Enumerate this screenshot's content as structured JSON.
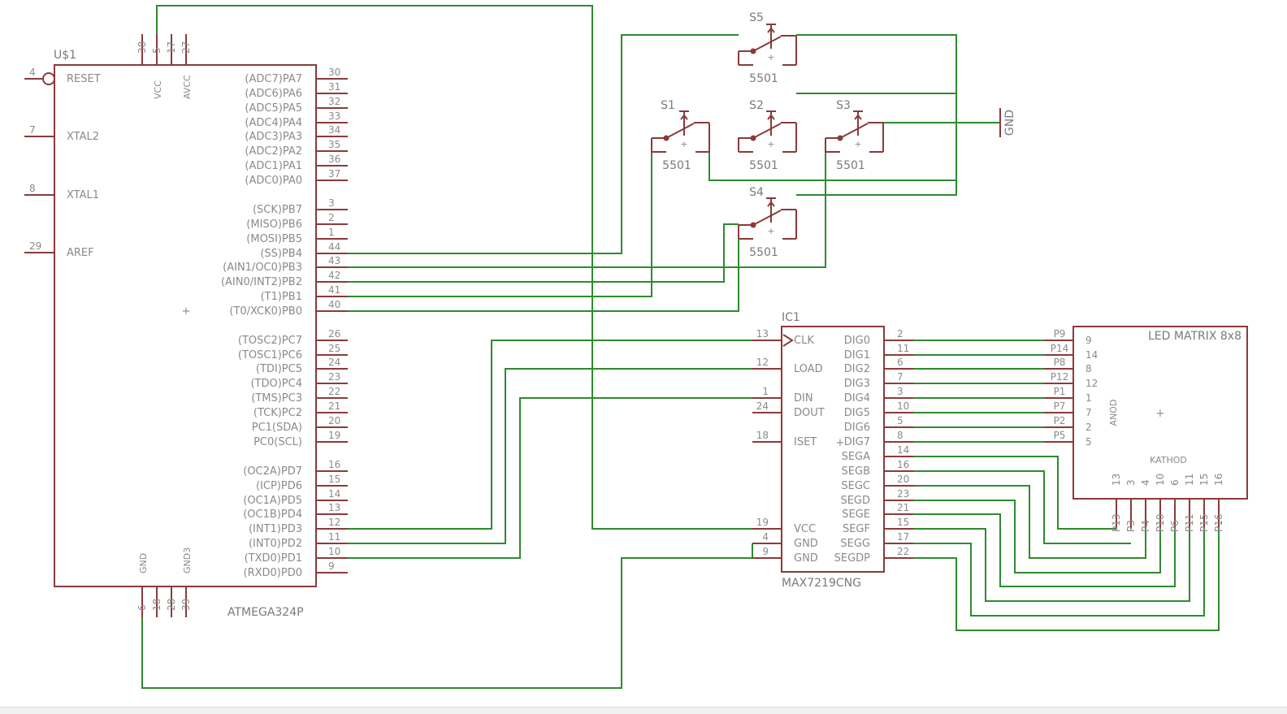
{
  "colors": {
    "part": "#8b3a3a",
    "wire": "#2e8b2e",
    "text": "#8a8a8a"
  },
  "mcu": {
    "ref": "U$1",
    "value": "ATMEGA324P",
    "left_pins": [
      {
        "num": "4",
        "name": "RESET"
      },
      {
        "num": "7",
        "name": "XTAL2"
      },
      {
        "num": "8",
        "name": "XTAL1"
      },
      {
        "num": "29",
        "name": "AREF"
      }
    ],
    "top_pins": [
      {
        "num": "38",
        "name": ""
      },
      {
        "num": "5",
        "name": "VCC"
      },
      {
        "num": "17",
        "name": ""
      },
      {
        "num": "27",
        "name": "AVCC"
      }
    ],
    "bottom_pins": [
      {
        "num": "6",
        "name": "GND"
      },
      {
        "num": "18",
        "name": ""
      },
      {
        "num": "28",
        "name": ""
      },
      {
        "num": "39",
        "name": "GND3"
      }
    ],
    "right_pins": [
      {
        "num": "30",
        "name": "(ADC7)PA7"
      },
      {
        "num": "31",
        "name": "(ADC6)PA6"
      },
      {
        "num": "32",
        "name": "(ADC5)PA5"
      },
      {
        "num": "33",
        "name": "(ADC4)PA4"
      },
      {
        "num": "34",
        "name": "(ADC3)PA3"
      },
      {
        "num": "35",
        "name": "(ADC2)PA2"
      },
      {
        "num": "36",
        "name": "(ADC1)PA1"
      },
      {
        "num": "37",
        "name": "(ADC0)PA0"
      },
      {
        "num": "3",
        "name": "(SCK)PB7"
      },
      {
        "num": "2",
        "name": "(MISO)PB6"
      },
      {
        "num": "1",
        "name": "(MOSI)PB5"
      },
      {
        "num": "44",
        "name": "(SS)PB4"
      },
      {
        "num": "43",
        "name": "(AIN1/OC0)PB3"
      },
      {
        "num": "42",
        "name": "(AIN0/INT2)PB2"
      },
      {
        "num": "41",
        "name": "(T1)PB1"
      },
      {
        "num": "40",
        "name": "(T0/XCK0)PB0"
      },
      {
        "num": "26",
        "name": "(TOSC2)PC7"
      },
      {
        "num": "25",
        "name": "(TOSC1)PC6"
      },
      {
        "num": "24",
        "name": "(TDI)PC5"
      },
      {
        "num": "23",
        "name": "(TDO)PC4"
      },
      {
        "num": "22",
        "name": "(TMS)PC3"
      },
      {
        "num": "21",
        "name": "(TCK)PC2"
      },
      {
        "num": "20",
        "name": "PC1(SDA)"
      },
      {
        "num": "19",
        "name": "PC0(SCL)"
      },
      {
        "num": "16",
        "name": "(OC2A)PD7"
      },
      {
        "num": "15",
        "name": "(ICP)PD6"
      },
      {
        "num": "14",
        "name": "(OC1A)PD5"
      },
      {
        "num": "13",
        "name": "(OC1B)PD4"
      },
      {
        "num": "12",
        "name": "(INT1)PD3"
      },
      {
        "num": "11",
        "name": "(INT0)PD2"
      },
      {
        "num": "10",
        "name": "(TXD0)PD1"
      },
      {
        "num": "9",
        "name": "(RXD0)PD0"
      }
    ]
  },
  "driver": {
    "ref": "IC1",
    "value": "MAX7219CNG",
    "left_pins": [
      {
        "num": "13",
        "name": "CLK"
      },
      {
        "num": "12",
        "name": "LOAD"
      },
      {
        "num": "1",
        "name": "DIN"
      },
      {
        "num": "24",
        "name": "DOUT"
      },
      {
        "num": "18",
        "name": "ISET"
      },
      {
        "num": "19",
        "name": "VCC"
      },
      {
        "num": "4",
        "name": "GND"
      },
      {
        "num": "9",
        "name": "GND"
      }
    ],
    "right_pins": [
      {
        "num": "2",
        "name": "DIG0"
      },
      {
        "num": "11",
        "name": "DIG1"
      },
      {
        "num": "6",
        "name": "DIG2"
      },
      {
        "num": "7",
        "name": "DIG3"
      },
      {
        "num": "3",
        "name": "DIG4"
      },
      {
        "num": "10",
        "name": "DIG5"
      },
      {
        "num": "5",
        "name": "DIG6"
      },
      {
        "num": "8",
        "name": "DIG7"
      },
      {
        "num": "14",
        "name": "SEGA"
      },
      {
        "num": "16",
        "name": "SEGB"
      },
      {
        "num": "20",
        "name": "SEGC"
      },
      {
        "num": "23",
        "name": "SEGD"
      },
      {
        "num": "21",
        "name": "SEGE"
      },
      {
        "num": "15",
        "name": "SEGF"
      },
      {
        "num": "17",
        "name": "SEGG"
      },
      {
        "num": "22",
        "name": "SEGDP"
      }
    ]
  },
  "matrix": {
    "title": "LED MATRIX 8x8",
    "anode_label": "ANOD",
    "cathode_label": "KATHOD",
    "anode_pins": [
      {
        "net": "P9",
        "num": "9"
      },
      {
        "net": "P14",
        "num": "14"
      },
      {
        "net": "P8",
        "num": "8"
      },
      {
        "net": "P12",
        "num": "12"
      },
      {
        "net": "P1",
        "num": "1"
      },
      {
        "net": "P7",
        "num": "7"
      },
      {
        "net": "P2",
        "num": "2"
      },
      {
        "net": "P5",
        "num": "5"
      }
    ],
    "cathode_pins": [
      {
        "net": "P13",
        "num": "13"
      },
      {
        "net": "P3",
        "num": "3"
      },
      {
        "net": "P4",
        "num": "4"
      },
      {
        "net": "P10",
        "num": "10"
      },
      {
        "net": "P6",
        "num": "6"
      },
      {
        "net": "P11",
        "num": "11"
      },
      {
        "net": "P15",
        "num": "15"
      },
      {
        "net": "P16",
        "num": "16"
      }
    ]
  },
  "switches": [
    {
      "ref": "S1",
      "value": "5501"
    },
    {
      "ref": "S2",
      "value": "5501"
    },
    {
      "ref": "S3",
      "value": "5501"
    },
    {
      "ref": "S4",
      "value": "5501"
    },
    {
      "ref": "S5",
      "value": "5501"
    }
  ],
  "gnd_label": "GND"
}
